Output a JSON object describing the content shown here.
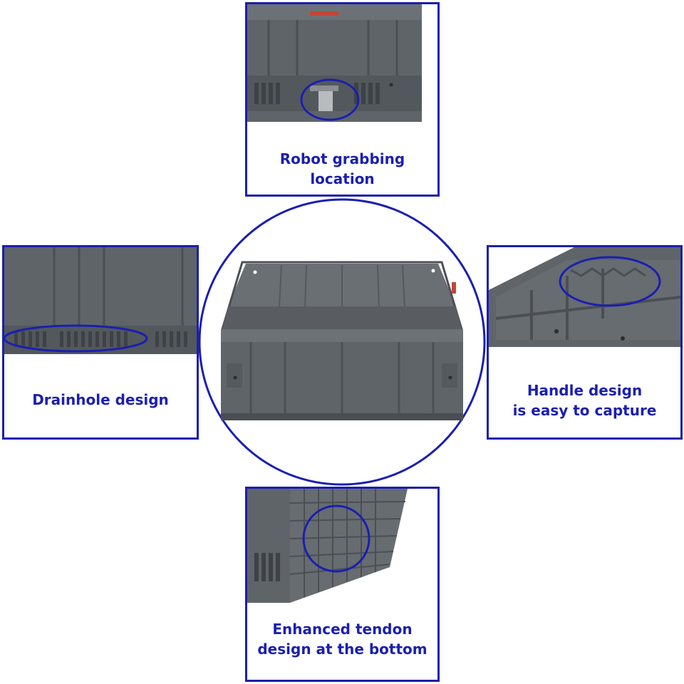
{
  "colors": {
    "accent": "#1b1fb0",
    "crate": "#5f6469",
    "crate_dark": "#45494d",
    "crate_light": "#7a7f84"
  },
  "callouts": {
    "top": {
      "lines": [
        "Robot grabbing location"
      ]
    },
    "left": {
      "lines": [
        "Drainhole design"
      ]
    },
    "right": {
      "lines": [
        "Handle design",
        "is easy to capture"
      ]
    },
    "bottom": {
      "lines": [
        "Enhanced tendon",
        "design at the bottom"
      ]
    }
  }
}
